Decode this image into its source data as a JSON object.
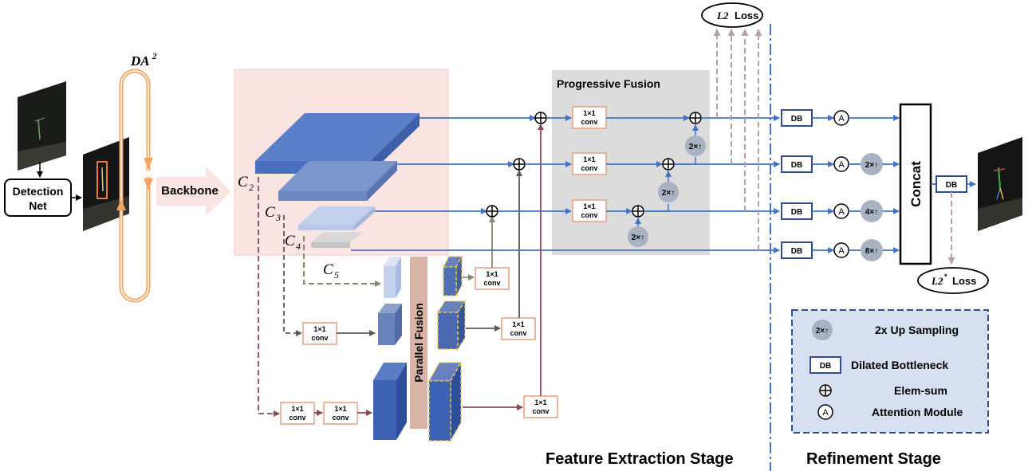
{
  "left": {
    "detection_net": [
      "Detection",
      "Net"
    ],
    "da2_label": "DA",
    "da2_sup": "2",
    "backbone": "Backbone"
  },
  "features": {
    "c2": {
      "base": "C",
      "sub": "2"
    },
    "c3": {
      "base": "C",
      "sub": "3"
    },
    "c4": {
      "base": "C",
      "sub": "4"
    },
    "c5": {
      "base": "C",
      "sub": "5"
    }
  },
  "conv": {
    "line1": "1×1",
    "line2": "conv"
  },
  "parallel_fusion": "Parallel Fusion",
  "progressive_fusion": "Progressive Fusion",
  "upsample": "2×↑",
  "refinement": {
    "db": "DB",
    "attention": "A",
    "up_labels": [
      "2×↑",
      "4×↑",
      "8×↑"
    ],
    "concat": "Concat"
  },
  "losses": {
    "l2_pre": "L2",
    "l2_suffix": "Loss",
    "l2star_pre": "L2",
    "l2star_sup": "*",
    "l2star_suffix": "Loss"
  },
  "legend": {
    "upsample_icon": "2×↑",
    "upsample_text": "2x Up Sampling",
    "db_icon": "DB",
    "db_text": "Dilated Bottleneck",
    "elemsum_text": "Elem-sum",
    "attention_icon": "A",
    "attention_text": "Attention Module"
  },
  "stages": {
    "feature_extraction": "Feature Extraction Stage",
    "refinement": "Refinement Stage"
  },
  "colors": {
    "blue_line": "#4472c4",
    "green_line": "#7f8c6e",
    "gray_line": "#595959",
    "red_line": "#8b4a52",
    "orange": "#f4a460",
    "conv_border": "#e0a080",
    "pink_bg": "#fbe5e3",
    "fusion_bg": "#dcdcdc",
    "legend_bg": "#d6e0f0"
  }
}
